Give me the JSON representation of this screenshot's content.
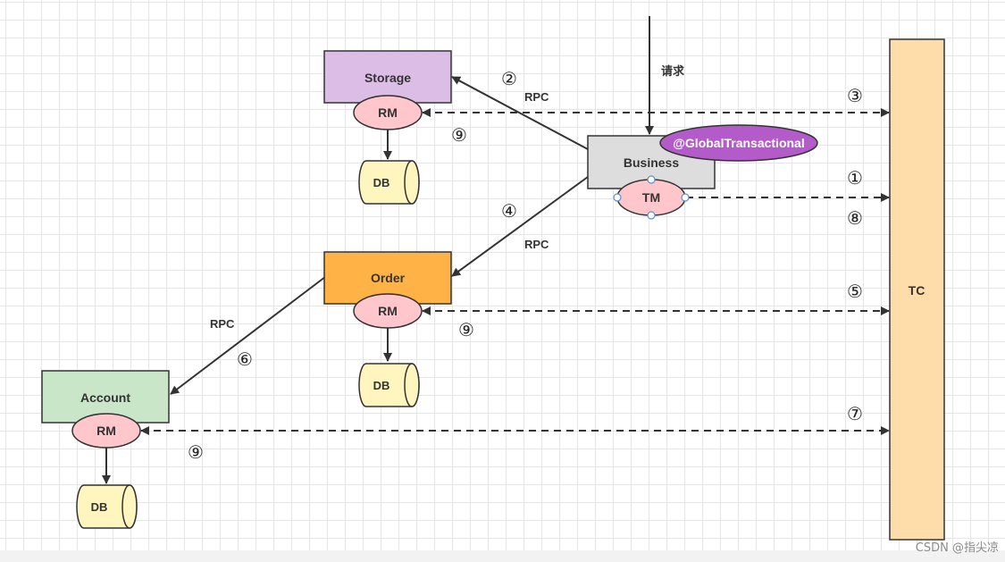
{
  "colors": {
    "storage": "#dcbde6",
    "business": "#dddddd",
    "order": "#ffb347",
    "account": "#c9e6c9",
    "rm": "#ffc7cb",
    "tm": "#ffc7cb",
    "db": "#fff5bf",
    "tc": "#ffddaa",
    "annotation": "#b35cc9"
  },
  "nodes": {
    "storage": {
      "label": "Storage",
      "rm": "RM",
      "db": "DB"
    },
    "business": {
      "label": "Business",
      "tm": "TM",
      "annotation": "@GlobalTransactional"
    },
    "order": {
      "label": "Order",
      "rm": "RM",
      "db": "DB"
    },
    "account": {
      "label": "Account",
      "rm": "RM",
      "db": "DB"
    },
    "tc": {
      "label": "TC"
    }
  },
  "labels": {
    "request": "请求",
    "rpc": "RPC"
  },
  "steps": {
    "s1": "①",
    "s2": "②",
    "s3": "③",
    "s4": "④",
    "s5": "⑤",
    "s6": "⑥",
    "s7": "⑦",
    "s8": "⑧",
    "s9": "⑨"
  },
  "watermark": "CSDN @指尖凉"
}
